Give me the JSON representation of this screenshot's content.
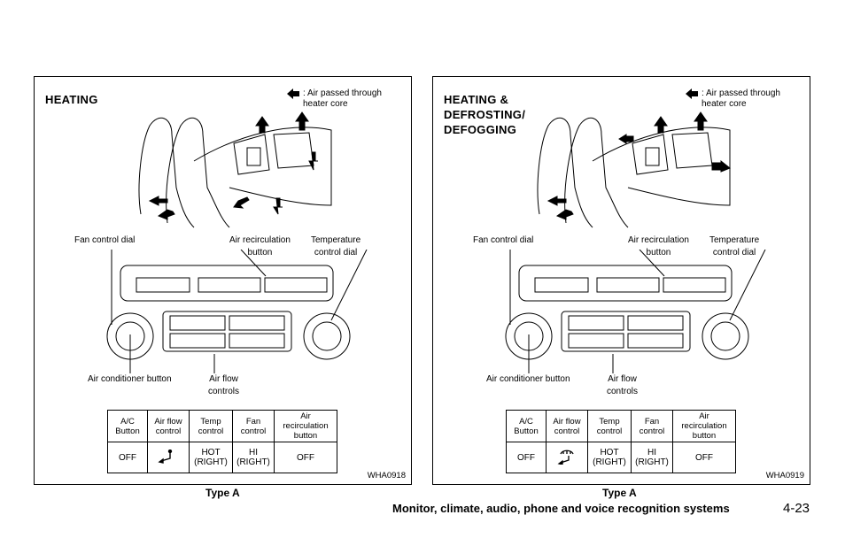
{
  "figures": [
    {
      "title": "HEATING",
      "legend": ": Air passed through\nheater core",
      "labels": {
        "fan_control_dial": "Fan control dial",
        "air_recirculation_button": "Air recirculation\nbutton",
        "temperature_control_dial": "Temperature\ncontrol dial",
        "air_conditioner_button": "Air conditioner button",
        "air_flow_controls": "Air flow\ncontrols"
      },
      "table": {
        "headers": [
          "A/C\nButton",
          "Air flow\ncontrol",
          "Temp\ncontrol",
          "Fan\ncontrol",
          "Air\nrecirculation\nbutton"
        ],
        "row": [
          "OFF",
          "",
          "HOT\n(RIGHT)",
          "HI\n(RIGHT)",
          "OFF"
        ],
        "airflow_icon": "foot-airflow-icon"
      },
      "code": "WHA0918",
      "caption": "Type A"
    },
    {
      "title": "HEATING &\nDEFROSTING/\nDEFOGGING",
      "legend": ": Air passed through\nheater core",
      "labels": {
        "fan_control_dial": "Fan control dial",
        "air_recirculation_button": "Air recirculation\nbutton",
        "temperature_control_dial": "Temperature\ncontrol dial",
        "air_conditioner_button": "Air conditioner button",
        "air_flow_controls": "Air flow\ncontrols"
      },
      "table": {
        "headers": [
          "A/C\nButton",
          "Air flow\ncontrol",
          "Temp\ncontrol",
          "Fan\ncontrol",
          "Air\nrecirculation\nbutton"
        ],
        "row": [
          "OFF",
          "",
          "HOT\n(RIGHT)",
          "HI\n(RIGHT)",
          "OFF"
        ],
        "airflow_icon": "defrost-foot-airflow-icon"
      },
      "code": "WHA0919",
      "caption": "Type A"
    }
  ],
  "footer": {
    "section": "Monitor, climate, audio, phone and voice recognition systems",
    "page": "4-23"
  }
}
